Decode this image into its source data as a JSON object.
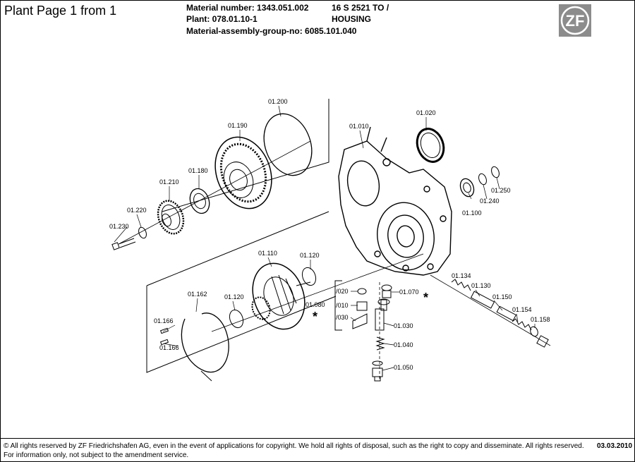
{
  "header": {
    "page_title": "Plant Page 1 from 1",
    "material_number": "Material number: 1343.051.002",
    "plant": "Plant: 078.01.10-1",
    "assembly_group": "Material-assembly-group-no: 6085.101.040",
    "model": "16 S 2521 TO /",
    "description": "HOUSING",
    "logo_text": "ZF",
    "logo_color": "#8c8c8c"
  },
  "callouts": {
    "c01200": "01.200",
    "c01190": "01.190",
    "c01010": "01.010",
    "c01020": "01.020",
    "c01180": "01.180",
    "c01210": "01.210",
    "c01220": "01.220",
    "c01230": "01.230",
    "c01250": "01.250",
    "c01240": "01.240",
    "c01100": "01.100",
    "c01110": "01.110",
    "c01120a": "01.120",
    "c01120b": "01.120",
    "c01162": "01.162",
    "c01166a": "01.166",
    "c01166b": "01.166",
    "c01080": "01.080",
    "s020": "/020",
    "s010": "/010",
    "s030": "/030",
    "c01070": "01.070",
    "c01030": "01.030",
    "c01040": "01.040",
    "c01050": "01.050",
    "c01134": "01.134",
    "c01130": "01.130",
    "c01150": "01.150",
    "c01154": "01.154",
    "c01158": "01.158",
    "star1": "*",
    "star2": "*"
  },
  "footer": {
    "copyright": "© All rights reserved by ZF Friedrichshafen AG, even in the event of applications for copyright. We hold all rights of disposal, such as the right to copy and disseminate. All rights reserved.",
    "note": "For information only, not subject to the amendment service.",
    "date": "03.03.2010"
  }
}
